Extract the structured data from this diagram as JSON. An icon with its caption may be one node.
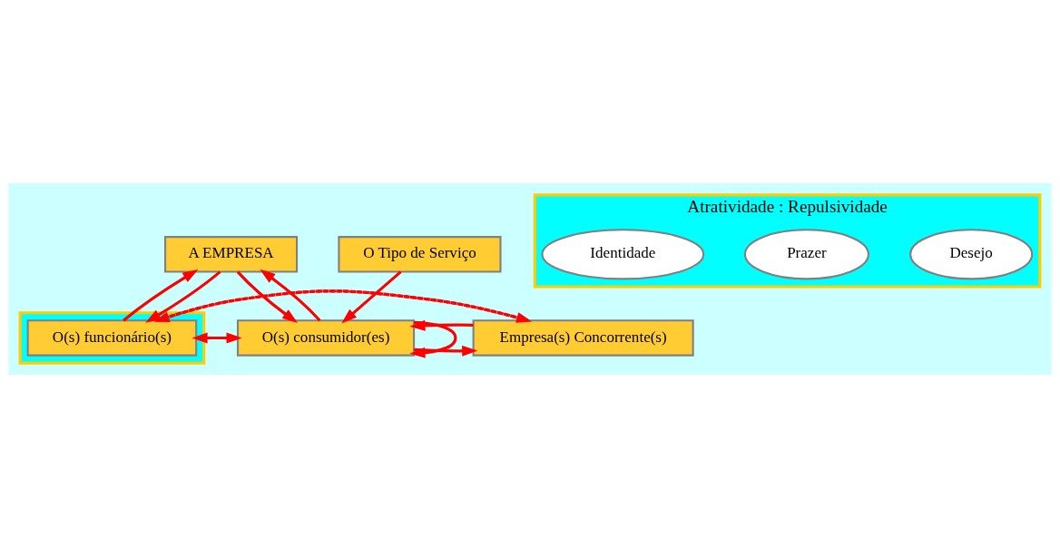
{
  "diagram": {
    "nodes": [
      {
        "text": [
          "A EMPRESA"
        ]
      },
      {
        "text": [],
        "shape": "box"
      },
      {
        "text": [
          "O(s) funcionário(s)"
        ],
        "in": 1
      },
      {
        "text": [
          "O(s) consumidor(es)"
        ]
      },
      {
        "text": [
          "Empresa(s) Concorrente(s)"
        ]
      },
      {
        "text": [
          "O Tipo de Serviço"
        ]
      },
      {
        "text": [
          "Atratividade : Repulsividade"
        ]
      },
      {
        "text": [
          "Desejo"
        ],
        "in": 6
      },
      {
        "text": [
          "Prazer"
        ],
        "in": 6
      },
      {
        "text": [
          "Identidade"
        ],
        "in": 6
      }
    ],
    "edges": [
      {
        "from": 0,
        "to": 3,
        "arrow": "to"
      },
      {
        "from": 3,
        "to": 0,
        "arrow": "to"
      },
      {
        "from": 3,
        "to": 3,
        "arrow": "to"
      },
      {
        "from": 3,
        "to": 4,
        "arrow": "to"
      },
      {
        "from": 4,
        "to": 3,
        "arrow": "to"
      },
      {
        "from": 0,
        "to": 2,
        "arrow": "to"
      },
      {
        "from": 2,
        "to": 0,
        "arrow": "to"
      },
      {
        "from": 3,
        "to": 2,
        "arrow": "to"
      },
      {
        "from": 2,
        "to": 3,
        "arrow": "to"
      },
      {
        "from": 5,
        "to": 3,
        "arrow": "to"
      },
      {
        "from": 4,
        "to": 2,
        "arrow": "to",
        "style": "dashed"
      },
      {
        "from": 2,
        "to": 4,
        "arrow": "to",
        "style": "dashed"
      }
    ]
  }
}
